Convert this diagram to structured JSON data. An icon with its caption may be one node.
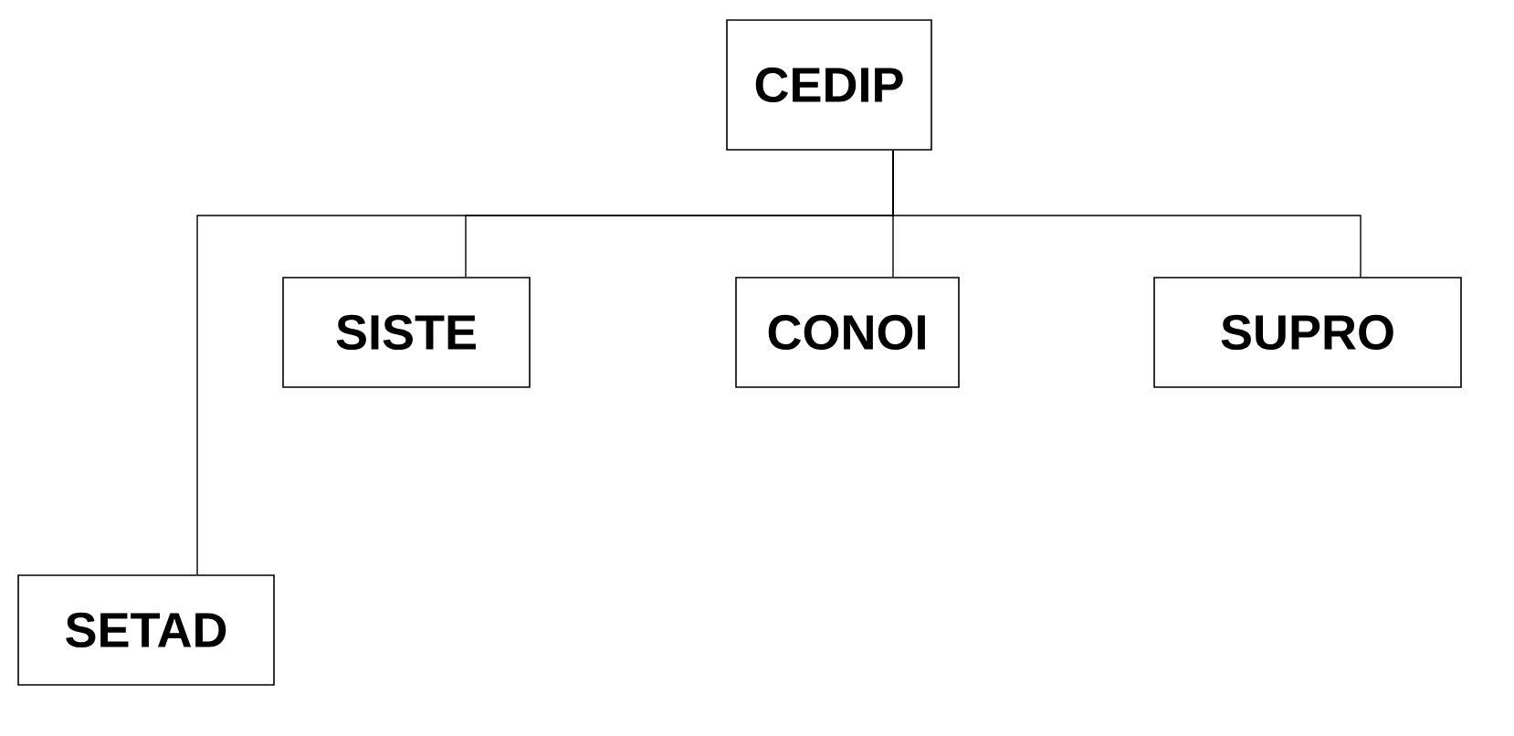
{
  "diagram": {
    "nodes": [
      {
        "text": [
          "CEDIP"
        ]
      },
      {
        "text": [
          "SISTE"
        ]
      },
      {
        "text": [
          "CONOI"
        ]
      },
      {
        "text": [
          "SUPRO"
        ]
      },
      {
        "text": [
          "SETAD"
        ]
      }
    ],
    "edges": [
      {
        "from": 0,
        "to": 1,
        "arrow": "none"
      },
      {
        "from": 0,
        "to": 2,
        "arrow": "none"
      },
      {
        "from": 0,
        "to": 3,
        "arrow": "none"
      },
      {
        "from": 0,
        "to": 4,
        "arrow": "none"
      }
    ]
  }
}
